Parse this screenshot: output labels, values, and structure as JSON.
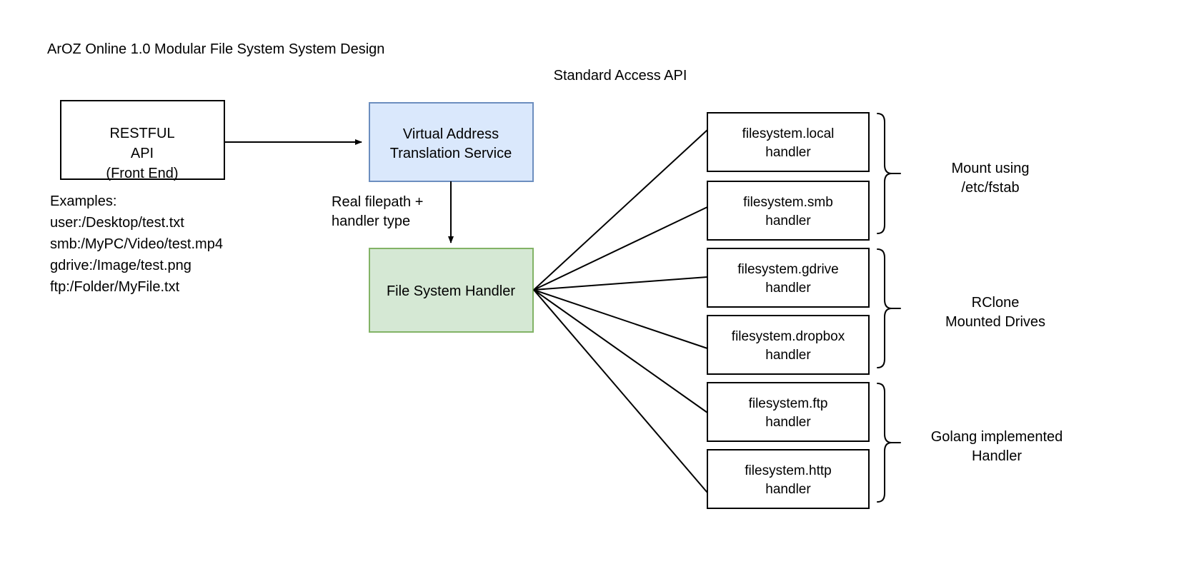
{
  "diagram": {
    "title": "ArOZ Online 1.0 Modular File System System Design",
    "section_label": "Standard Access API",
    "nodes": {
      "restful": {
        "line1": "RESTFUL",
        "line2": "API",
        "line3": "(Front End)"
      },
      "vats": {
        "line1": "Virtual Address",
        "line2": "Translation Service"
      },
      "fsh": {
        "line1": "File System Handler"
      }
    },
    "edge_labels": {
      "vats_to_fsh_line1": "Real filepath +",
      "vats_to_fsh_line2": "handler type"
    },
    "examples": {
      "heading": "Examples:",
      "items": [
        "user:/Desktop/test.txt",
        "smb:/MyPC/Video/test.mp4",
        "gdrive:/Image/test.png",
        "ftp:/Folder/MyFile.txt"
      ]
    },
    "handlers": [
      {
        "name": "filesystem.local",
        "suffix": "handler"
      },
      {
        "name": "filesystem.smb",
        "suffix": "handler"
      },
      {
        "name": "filesystem.gdrive",
        "suffix": "handler"
      },
      {
        "name": "filesystem.dropbox",
        "suffix": "handler"
      },
      {
        "name": "filesystem.ftp",
        "suffix": "handler"
      },
      {
        "name": "filesystem.http",
        "suffix": "handler"
      }
    ],
    "groups": [
      {
        "line1": "Mount using",
        "line2": "/etc/fstab"
      },
      {
        "line1": "RClone",
        "line2": "Mounted Drives"
      },
      {
        "line1": "Golang implemented",
        "line2": "Handler"
      }
    ],
    "colors": {
      "blue_fill": "#dae8fc",
      "blue_stroke": "#6c8ebf",
      "green_fill": "#d5e8d4",
      "green_stroke": "#82b366",
      "plain_fill": "#ffffff",
      "plain_stroke": "#000000",
      "line": "#000000",
      "text": "#000000",
      "background": "#ffffff"
    }
  }
}
